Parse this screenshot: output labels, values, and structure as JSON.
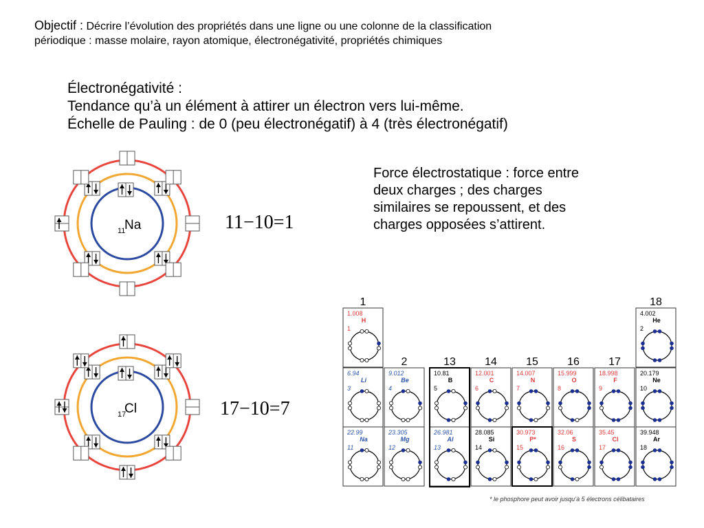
{
  "objective": {
    "label": "Objectif :",
    "line1": "Décrire l’évolution des propriétés dans une ligne ou une colonne de la classification",
    "line2": "périodique : masse molaire, rayon atomique, électronégativité, propriétés chimiques"
  },
  "definition": {
    "title": "Électronégativité :",
    "line1": "Tendance qu’à un élément à attirer un électron vers lui-même.",
    "line2": "Échelle de Pauling : de 0 (peu électronégatif) à 4 (très électronégatif)"
  },
  "force": {
    "line1": "Force électrostatique : force entre",
    "line2": "deux charges ; des charges",
    "line3": "similaires se repoussent, et des",
    "line4": "charges opposées s’attirent."
  },
  "atoms": [
    {
      "symbol": "Na",
      "atomic_number": "11",
      "equation": "11−10=1"
    },
    {
      "symbol": "Cl",
      "atomic_number": "17",
      "equation": "17−10=7"
    }
  ],
  "colors": {
    "red": "#e8453c",
    "orange": "#f2a733",
    "blue": "#2b4aa0",
    "element_red": "#e03a3a",
    "element_blue": "#2c55a8",
    "electron": "#1a2f8f"
  },
  "periodic_table": {
    "group_labels": [
      "1",
      "2",
      "13",
      "14",
      "15",
      "16",
      "17",
      "18"
    ],
    "elements": [
      {
        "mass": "1.008",
        "symbol": "H",
        "number": "1",
        "color": "red",
        "valence": 1,
        "paired": 0
      },
      {
        "mass": "4.002",
        "symbol": "He",
        "number": "2",
        "color": "black",
        "valence": 2,
        "paired": 1
      },
      {
        "mass": "6.94",
        "symbol": "Li",
        "number": "3",
        "color": "blue",
        "valence": 1,
        "paired": 0
      },
      {
        "mass": "9.012",
        "symbol": "Be",
        "number": "4",
        "color": "blue",
        "valence": 2,
        "paired": 0
      },
      {
        "mass": "10.81",
        "symbol": "B",
        "number": "5",
        "color": "black",
        "valence": 3,
        "paired": 0
      },
      {
        "mass": "12.001",
        "symbol": "C",
        "number": "6",
        "color": "red",
        "valence": 4,
        "paired": 0
      },
      {
        "mass": "14.007",
        "symbol": "N",
        "number": "7",
        "color": "red",
        "valence": 5,
        "paired": 1
      },
      {
        "mass": "15.999",
        "symbol": "O",
        "number": "8",
        "color": "red",
        "valence": 6,
        "paired": 2
      },
      {
        "mass": "18.998",
        "symbol": "F",
        "number": "9",
        "color": "red",
        "valence": 7,
        "paired": 3
      },
      {
        "mass": "20.179",
        "symbol": "Ne",
        "number": "10",
        "color": "black",
        "valence": 8,
        "paired": 4
      },
      {
        "mass": "22.99",
        "symbol": "Na",
        "number": "11",
        "color": "blue",
        "valence": 1,
        "paired": 0
      },
      {
        "mass": "23.305",
        "symbol": "Mg",
        "number": "12",
        "color": "blue",
        "valence": 2,
        "paired": 0
      },
      {
        "mass": "26.981",
        "symbol": "Al",
        "number": "13",
        "color": "blue",
        "valence": 3,
        "paired": 0
      },
      {
        "mass": "28.085",
        "symbol": "Si",
        "number": "14",
        "color": "black",
        "valence": 4,
        "paired": 0
      },
      {
        "mass": "30.973",
        "symbol": "P*",
        "number": "15",
        "color": "red",
        "valence": 5,
        "paired": 1
      },
      {
        "mass": "32.06",
        "symbol": "S",
        "number": "16",
        "color": "red",
        "valence": 6,
        "paired": 2
      },
      {
        "mass": "35.45",
        "symbol": "Cl",
        "number": "17",
        "color": "red",
        "valence": 7,
        "paired": 3
      },
      {
        "mass": "39.948",
        "symbol": "Ar",
        "number": "18",
        "color": "black",
        "valence": 8,
        "paired": 4
      }
    ],
    "footnote": "* le phosphore peut avoir jusqu’à 5 électrons célibataires"
  }
}
